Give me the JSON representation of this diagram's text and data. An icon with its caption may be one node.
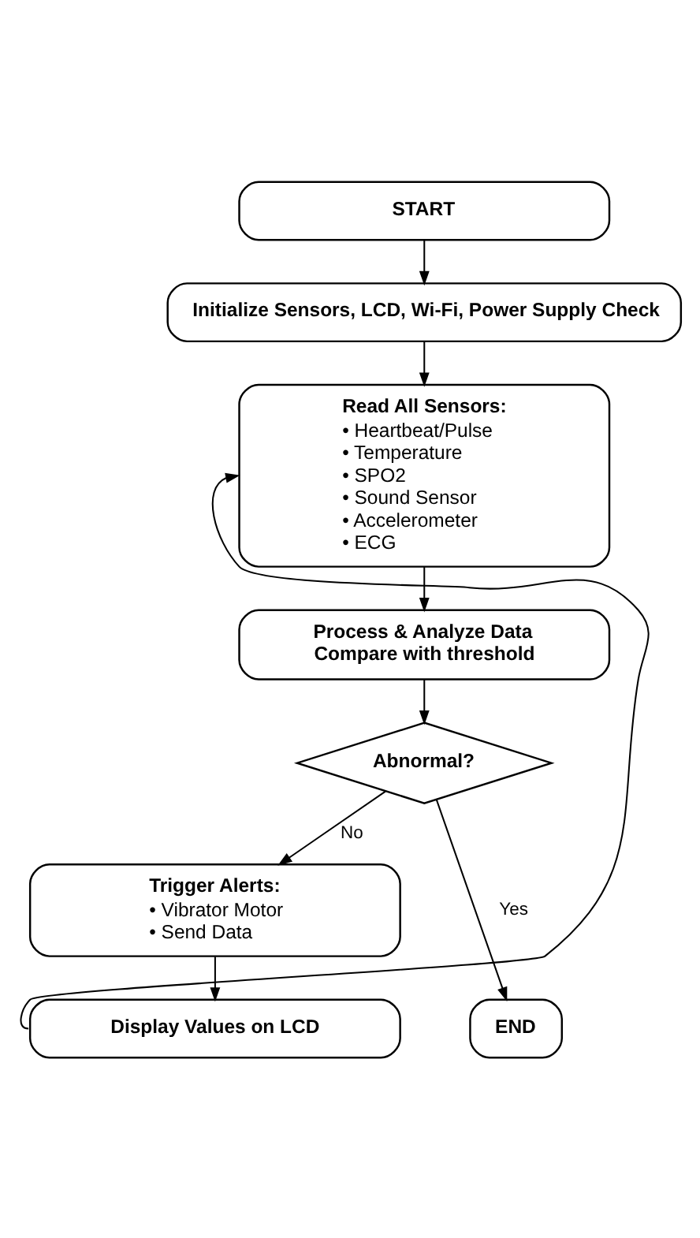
{
  "diagram": {
    "nodes": [
      {
        "text": [
          "START"
        ]
      },
      {
        "text": [
          "Initialize Sensors, LCD, Wi-Fi, Power Supply Check"
        ]
      },
      {
        "text": [
          "Read All Sensors:",
          "• Heartbeat/Pulse",
          "• Temperature",
          "• SPO2",
          "• Sound Sensor",
          "• Accelerometer",
          "• ECG"
        ]
      },
      {
        "text": [
          "Process & Analyze Data",
          "Compare with threshold"
        ]
      },
      {
        "text": [
          "Abnormal?"
        ]
      },
      {
        "text": [
          "Trigger Alerts:",
          "• Vibrator Motor",
          "• Send Data"
        ]
      },
      {
        "text": [
          "Display Values on LCD"
        ]
      },
      {
        "text": [
          "END"
        ]
      }
    ],
    "edges": [
      {
        "from": 0,
        "to": 1,
        "arrow": "to"
      },
      {
        "from": 1,
        "to": 2,
        "arrow": "to"
      },
      {
        "from": 2,
        "to": 3,
        "arrow": "to"
      },
      {
        "from": 3,
        "to": 4,
        "arrow": "to"
      },
      {
        "from": 4,
        "to": 5,
        "arrow": "to",
        "label": "No"
      },
      {
        "from": 4,
        "to": 7,
        "arrow": "to",
        "label": "Yes"
      },
      {
        "from": 5,
        "to": 6,
        "arrow": "to"
      },
      {
        "from": 6,
        "to": 2,
        "arrow": "to"
      }
    ]
  }
}
